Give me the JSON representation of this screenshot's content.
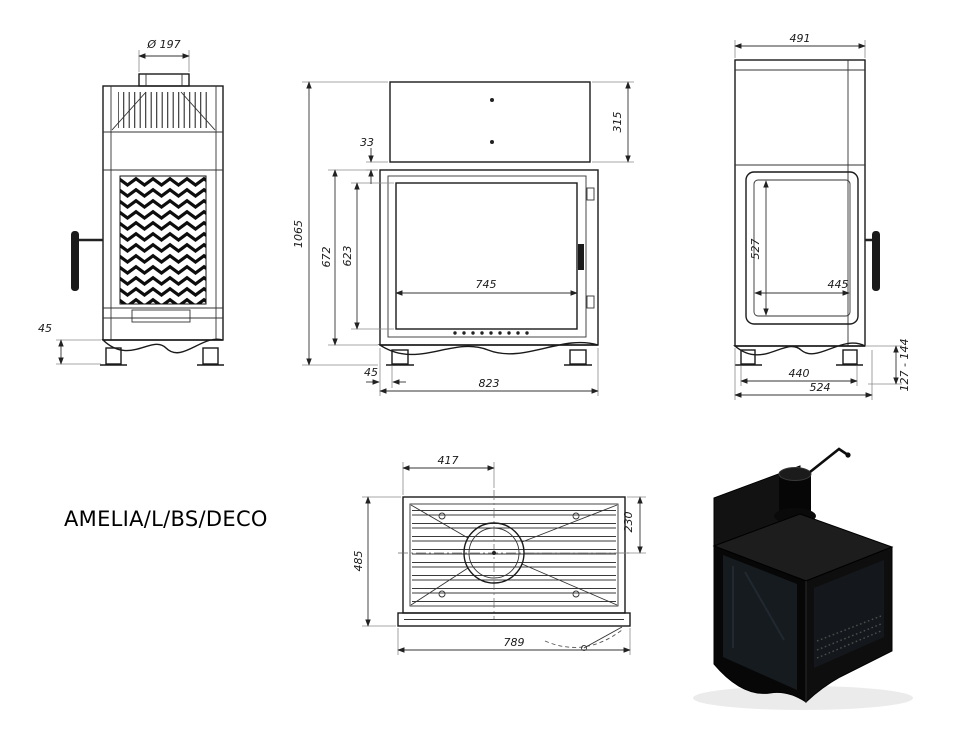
{
  "title": "AMELIA/L/BS/DECO",
  "views": {
    "side_left": {
      "dims": {
        "flue_diameter": "Ø 197",
        "bottom_offset": "45"
      }
    },
    "front": {
      "dims": {
        "hood_gap": "33",
        "hood_height": "315",
        "total_height": "1065",
        "firebox_height": "672",
        "glass_height": "623",
        "glass_width": "745",
        "leg_inset": "45",
        "total_width": "823"
      }
    },
    "side_right": {
      "dims": {
        "top_depth": "491",
        "glass_height": "527",
        "glass_width": "445",
        "base_depth": "440",
        "total_depth": "524",
        "leg_height_range": "127 - 144"
      }
    },
    "top": {
      "dims": {
        "flue_offset_x": "417",
        "flue_offset_y": "230",
        "total_depth": "485",
        "total_width": "789"
      }
    }
  }
}
